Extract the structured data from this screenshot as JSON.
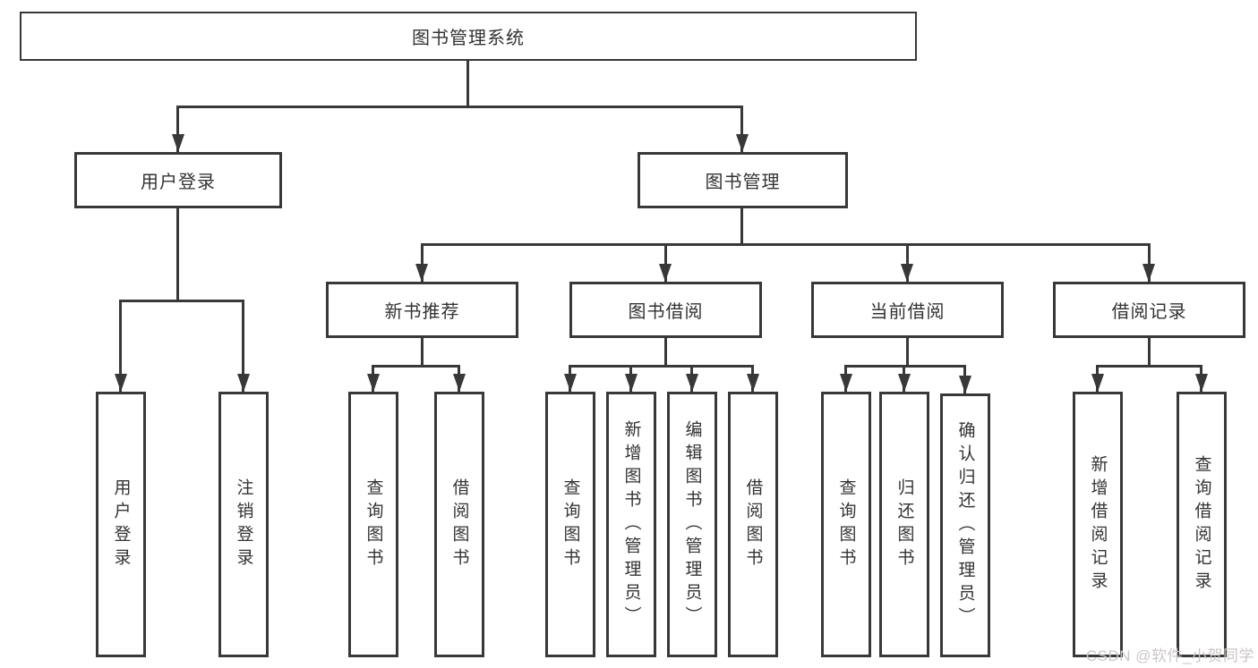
{
  "nodes": {
    "root": "图书管理系统",
    "user_login": "用户登录",
    "book_mgmt": "图书管理",
    "new_books": "新书推荐",
    "book_borrow": "图书借阅",
    "current_borrow": "当前借阅",
    "borrow_records": "借阅记录"
  },
  "leaves": {
    "user_login": [
      "用户登录",
      "注销登录"
    ],
    "new_books": [
      "查询图书",
      "借阅图书"
    ],
    "book_borrow": [
      "查询图书",
      "新增图书（管理员）",
      "编辑图书（管理员）",
      "借阅图书"
    ],
    "current_borrow": [
      "查询图书",
      "归还图书",
      "确认归还（管理员）"
    ],
    "borrow_records": [
      "新增借阅记录",
      "查询借阅记录"
    ]
  },
  "watermark": "CSDN @软件_小贺同学",
  "colors": {
    "line": "#383838",
    "text": "#333333",
    "background": "#ffffff",
    "watermark": "#ccc6c6"
  }
}
